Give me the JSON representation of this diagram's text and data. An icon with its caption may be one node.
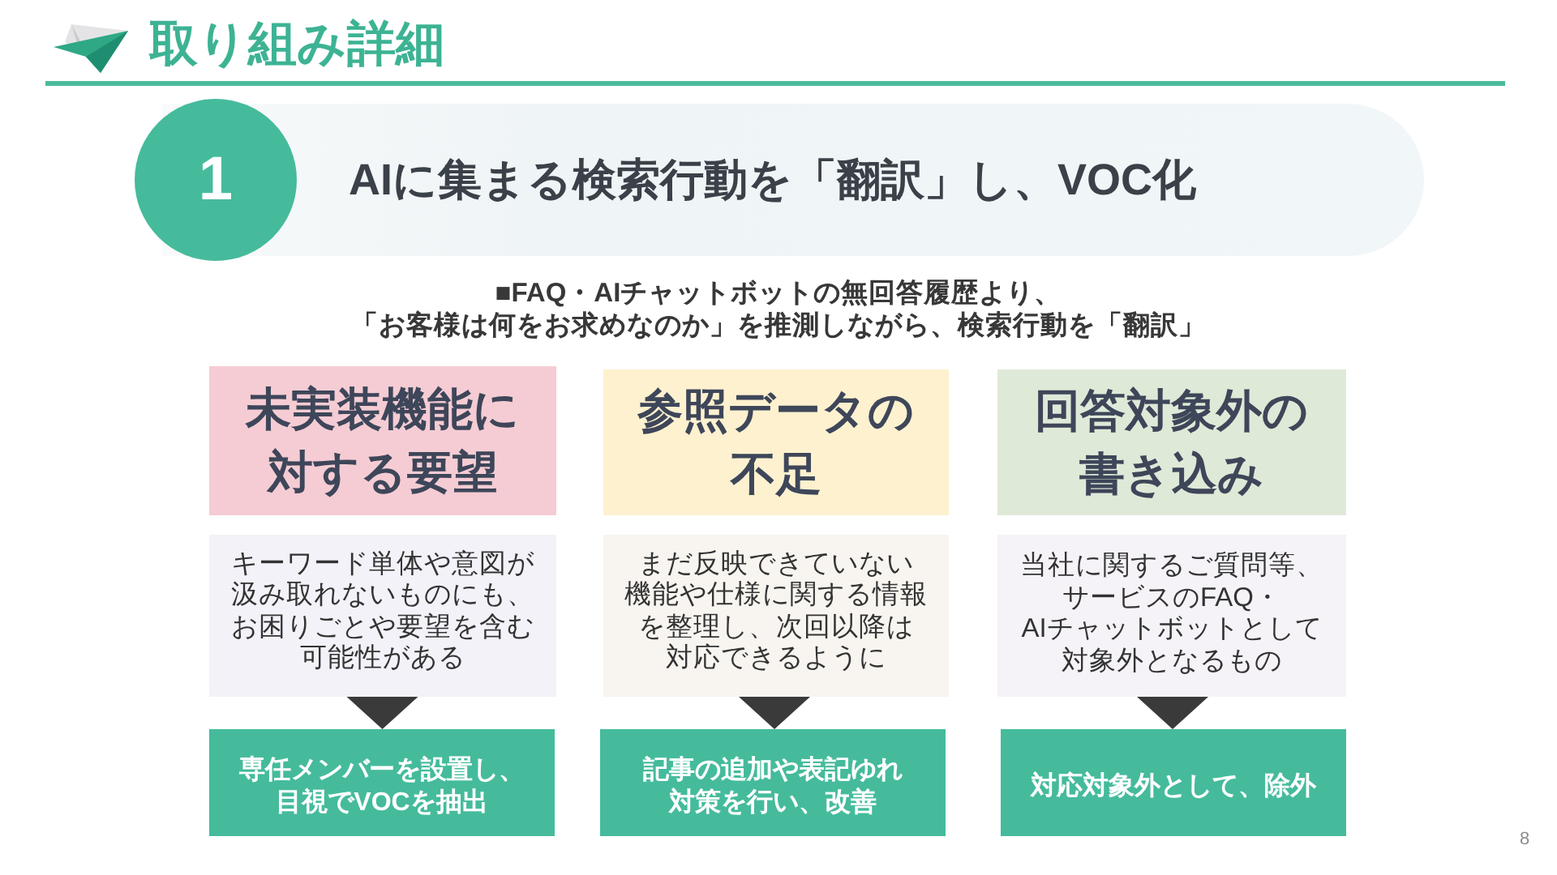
{
  "diagram": {
    "title": "取り組み詳細",
    "nodes": [
      {
        "text": [
          "1"
        ]
      },
      {
        "text": [
          "AIに集まる検索行動を「翻訳」し、VOC化"
        ]
      },
      {
        "text": [
          "未実装機能に対する要望"
        ]
      },
      {
        "text": [
          "キーワード単体や意図が汲み取れないものにも、お困りごとや要望を含む可能性がある"
        ]
      },
      {
        "text": [
          "専任メンバーを設置し、目視でVOCを抽出"
        ]
      },
      {
        "text": [
          "参照データの不足"
        ]
      },
      {
        "text": [
          "まだ反映できていない機能や仕様に関する情報を整理し、次回以降は対応できるように"
        ]
      },
      {
        "text": [
          "記事の追加や表記ゆれ対策を行い、改善"
        ]
      },
      {
        "text": [
          "回答対象外の書き込み"
        ]
      },
      {
        "text": [
          "当社に関するご質問等、サービスのFAQ・AIチャットボットとして対象外となるもの"
        ]
      },
      {
        "text": [
          "対応対象外として、除外"
        ]
      }
    ],
    "edges": [
      {
        "from": 3,
        "to": 4,
        "arrow": "to"
      },
      {
        "from": 6,
        "to": 7,
        "arrow": "to"
      },
      {
        "from": 9,
        "to": 10,
        "arrow": "to"
      }
    ],
    "labels": [
      "■FAQ・AIチャットボットの無回答履歴より、「お客様は何をお求めなのか」を推測しながら、検索行動を「翻訳」",
      "8"
    ]
  }
}
